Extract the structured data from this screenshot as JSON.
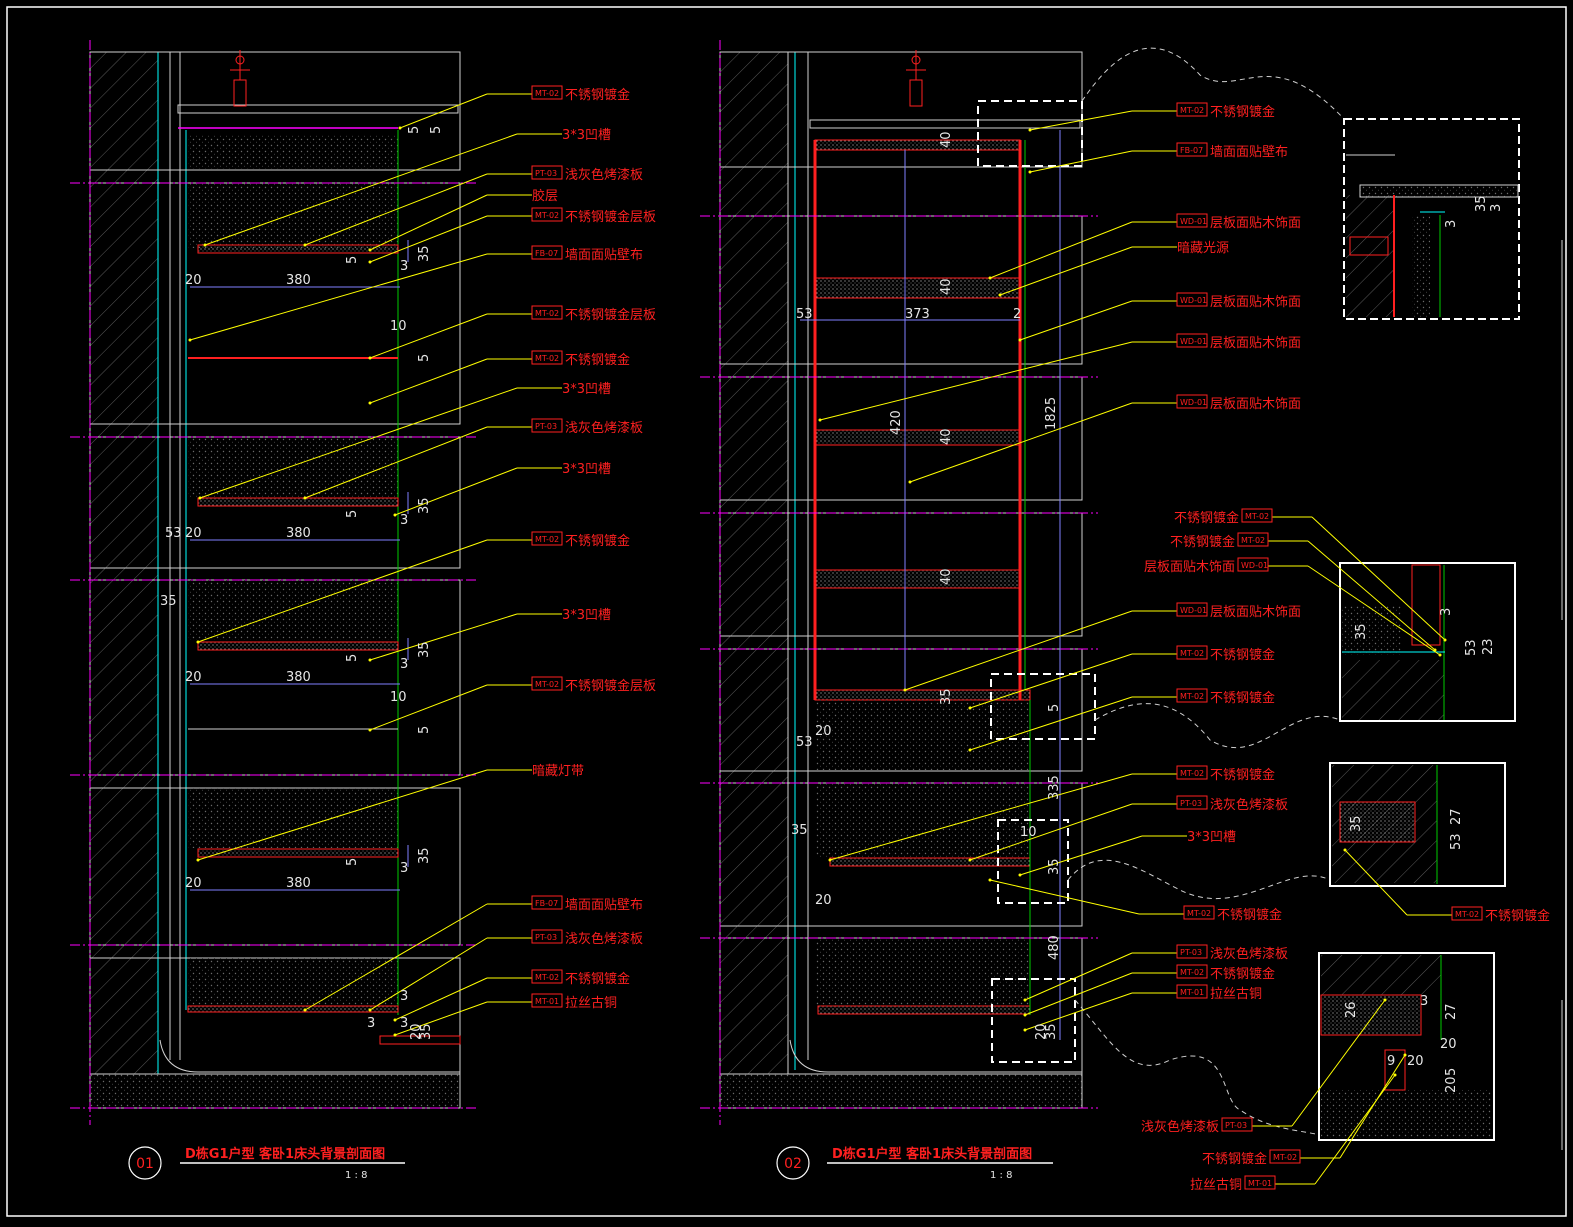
{
  "labels_left": [
    {
      "tag": "MT-02",
      "text": "不锈钢镀金"
    },
    {
      "tag": "",
      "text": "3*3凹槽"
    },
    {
      "tag": "PT-03",
      "text": "浅灰色烤漆板"
    },
    {
      "tag": "",
      "text": "胶层"
    },
    {
      "tag": "MT-02",
      "text": "不锈钢镀金层板"
    },
    {
      "tag": "FB-07",
      "text": "墙面面贴壁布"
    },
    {
      "tag": "MT-02",
      "text": "不锈钢镀金层板"
    },
    {
      "tag": "MT-02",
      "text": "不锈钢镀金"
    },
    {
      "tag": "",
      "text": "3*3凹槽"
    },
    {
      "tag": "PT-03",
      "text": "浅灰色烤漆板"
    },
    {
      "tag": "",
      "text": "3*3凹槽"
    },
    {
      "tag": "MT-02",
      "text": "不锈钢镀金"
    },
    {
      "tag": "",
      "text": "3*3凹槽"
    },
    {
      "tag": "MT-02",
      "text": "不锈钢镀金层板"
    },
    {
      "tag": "",
      "text": "暗藏灯带"
    },
    {
      "tag": "FB-07",
      "text": "墙面面贴壁布"
    },
    {
      "tag": "PT-03",
      "text": "浅灰色烤漆板"
    },
    {
      "tag": "MT-02",
      "text": "不锈钢镀金"
    },
    {
      "tag": "MT-01",
      "text": "拉丝古铜"
    }
  ],
  "labels_mid": [
    {
      "tag": "MT-02",
      "text": "不锈钢镀金"
    },
    {
      "tag": "FB-07",
      "text": "墙面面贴壁布"
    },
    {
      "tag": "WD-01",
      "text": "层板面贴木饰面"
    },
    {
      "tag": "",
      "text": "暗藏光源"
    },
    {
      "tag": "WD-01",
      "text": "层板面贴木饰面"
    },
    {
      "tag": "WD-01",
      "text": "层板面贴木饰面"
    },
    {
      "tag": "WD-01",
      "text": "层板面贴木饰面"
    },
    {
      "tag": "WD-01",
      "text": "层板面贴木饰面"
    },
    {
      "tag": "MT-02",
      "text": "不锈钢镀金"
    },
    {
      "tag": "MT-02",
      "text": "不锈钢镀金"
    },
    {
      "tag": "MT-02",
      "text": "不锈钢镀金"
    },
    {
      "tag": "PT-03",
      "text": "浅灰色烤漆板"
    },
    {
      "tag": "",
      "text": "3*3凹槽"
    },
    {
      "tag": "MT-02",
      "text": "不锈钢镀金"
    },
    {
      "tag": "PT-03",
      "text": "浅灰色烤漆板"
    },
    {
      "tag": "MT-02",
      "text": "不锈钢镀金"
    },
    {
      "tag": "MT-01",
      "text": "拉丝古铜"
    }
  ],
  "labels_detail": [
    {
      "tag": "MT-02",
      "text": "不锈钢镀金"
    },
    {
      "tag": "MT-02",
      "text": "不锈钢镀金"
    },
    {
      "tag": "WD-01",
      "text": "层板面贴木饰面"
    },
    {
      "tag": "MT-02",
      "text": "不锈钢镀金"
    },
    {
      "tag": "PT-03",
      "text": "浅灰色烤漆板"
    },
    {
      "tag": "MT-02",
      "text": "不锈钢镀金"
    },
    {
      "tag": "MT-01",
      "text": "拉丝古铜"
    }
  ],
  "dims_left": [
    "5",
    "5",
    "35",
    "5",
    "3",
    "20",
    "380",
    "10",
    "5",
    "35",
    "5",
    "3",
    "53",
    "20",
    "380",
    "35",
    "35",
    "5",
    "3",
    "20",
    "380",
    "10",
    "5",
    "35",
    "5",
    "3",
    "20",
    "380",
    "3",
    "3",
    "3",
    "20",
    "35"
  ],
  "dims_mid": [
    "40",
    "40",
    "53",
    "373",
    "2",
    "420",
    "40",
    "1825",
    "40",
    "35",
    "5",
    "20",
    "53",
    "335",
    "35",
    "10",
    "35",
    "20",
    "480",
    "20",
    "35"
  ],
  "dims_detail": [
    "35",
    "3",
    "3",
    "3",
    "35",
    "53",
    "23",
    "35",
    "27",
    "53",
    "26",
    "27",
    "20",
    "5",
    "20",
    "3",
    "9",
    "20"
  ],
  "title_1": {
    "num": "01",
    "text": "D栋G1户型  客卧1床头背景剖面图",
    "scale": "1 : 8"
  },
  "title_2": {
    "num": "02",
    "text": "D栋G1户型  客卧1床头背景剖面图",
    "scale": "1 : 8"
  },
  "colors": {
    "background": "#000000",
    "label": "#ff2020",
    "leader": "#ffff00",
    "magenta": "#ff00ff",
    "dimension": "#7f7fff",
    "cyan": "#00ffff",
    "green": "#00cc00"
  }
}
